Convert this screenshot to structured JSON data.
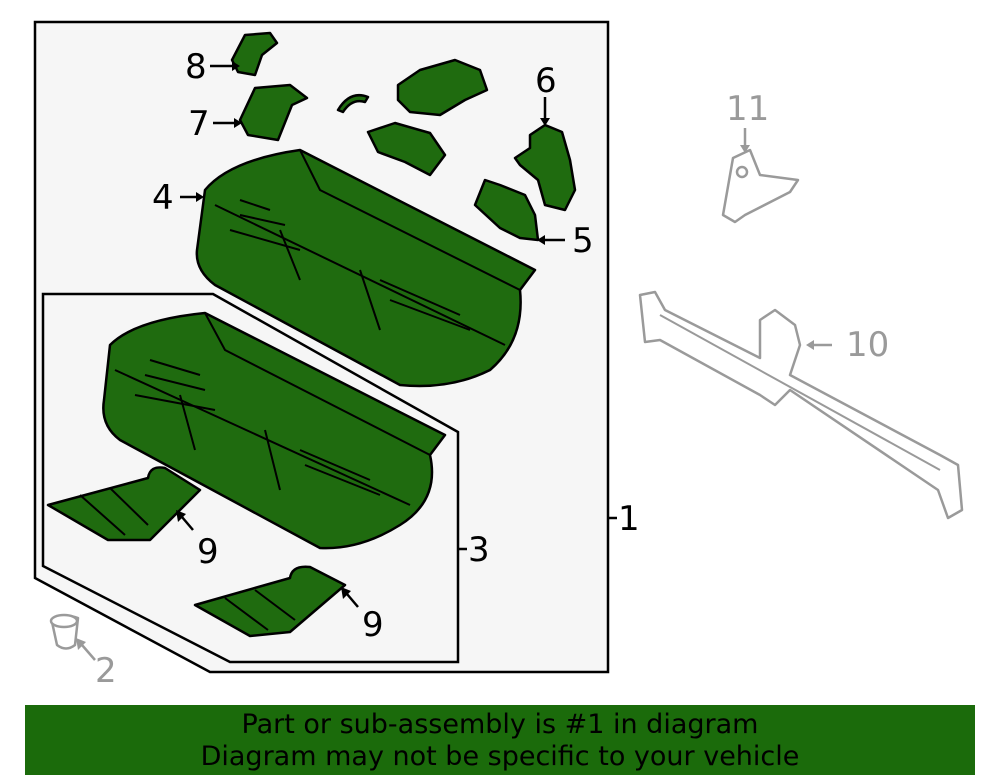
{
  "callouts": {
    "c1": "1",
    "c2": "2",
    "c3": "3",
    "c4": "4",
    "c5": "5",
    "c6": "6",
    "c7": "7",
    "c8": "8",
    "c9a": "9",
    "c9b": "9",
    "c10": "10",
    "c11": "11"
  },
  "banner": {
    "line1": "Part or sub-assembly is #1 in diagram",
    "line2": "Diagram may not be specific to your vehicle"
  },
  "colors": {
    "highlight": "#1f6b0f",
    "banner": "#1b6b0b",
    "ghost": "#9a9a9a"
  },
  "icons": [
    "seat-back-part",
    "seat-cushion-part",
    "bracket-part",
    "cap-part",
    "frame-part"
  ]
}
